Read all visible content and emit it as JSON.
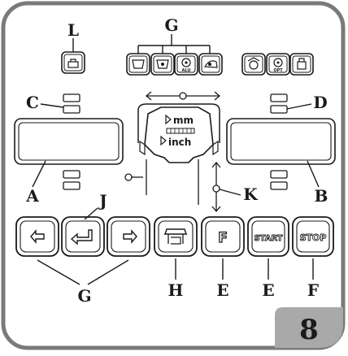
{
  "labels": {
    "L": "L",
    "G_top": "G",
    "C": "C",
    "D": "D",
    "A": "A",
    "B": "B",
    "J": "J",
    "K": "K",
    "G_bottom": "G",
    "H": "H",
    "E_1": "E",
    "E_2": "E",
    "F": "F"
  },
  "display": {
    "unit_mm": "mm",
    "unit_inch": "inch"
  },
  "keys": {
    "f_key": "F",
    "start_key": "START",
    "stop_key": "STOP"
  },
  "icon_keys": {
    "small_key_label_left": "ALU",
    "small_key_label_right": "OPT"
  },
  "figure_number": "8",
  "colors": {
    "frame": "#7a7a7a",
    "ink": "#1a1a1a",
    "badge": "#a9a9a9"
  }
}
